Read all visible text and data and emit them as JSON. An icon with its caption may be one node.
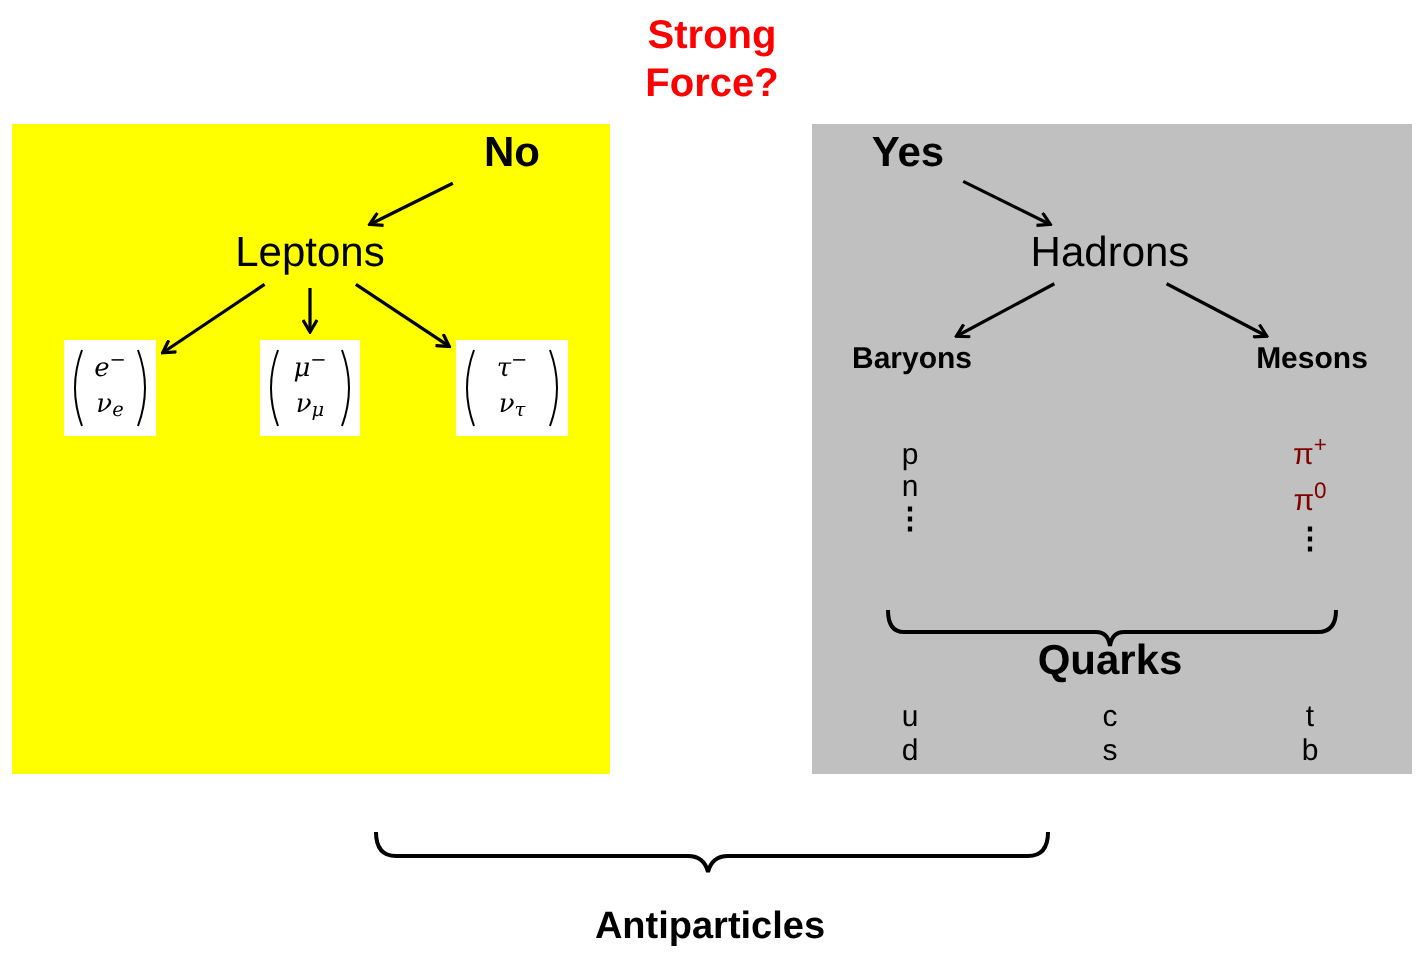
{
  "diagram": {
    "title": "Strong Force?",
    "nodes": [
      {
        "text": [],
        "shape": "box"
      },
      {
        "text": [
          "No"
        ],
        "in": 0
      },
      {
        "text": [
          "Leptons"
        ],
        "in": 0
      },
      {
        "text": [
          "e$^{−}$",
          "ν$_{e}$"
        ],
        "in": 0
      },
      {
        "text": [
          "μ$^{−}$",
          "ν$_{μ}$"
        ],
        "in": 0
      },
      {
        "text": [
          "τ$^{−}$",
          "ν$_{τ}$"
        ],
        "in": 0
      },
      {
        "text": [],
        "shape": "box"
      },
      {
        "text": [
          "Yes"
        ],
        "in": 6
      },
      {
        "text": [
          "Hadrons"
        ],
        "in": 6
      },
      {
        "text": [
          "Baryons"
        ],
        "in": 6
      },
      {
        "text": [
          "Mesons"
        ],
        "in": 6
      }
    ],
    "edges": [
      {
        "from": 1,
        "to": 2,
        "arrow": "to"
      },
      {
        "from": 2,
        "to": 3,
        "arrow": "to"
      },
      {
        "from": 2,
        "to": 4,
        "arrow": "to"
      },
      {
        "from": 2,
        "to": 5,
        "arrow": "to"
      },
      {
        "from": 7,
        "to": 8,
        "arrow": "to"
      },
      {
        "from": 8,
        "to": 9,
        "arrow": "to"
      },
      {
        "from": 8,
        "to": 10,
        "arrow": "to"
      }
    ],
    "labels": [
      "p",
      "n",
      "⋮",
      "π$^{+}$",
      "π$^{0}$",
      "⋮",
      "Quarks",
      "u",
      "c",
      "t",
      "d",
      "s",
      "b",
      "Antiparticles"
    ]
  }
}
